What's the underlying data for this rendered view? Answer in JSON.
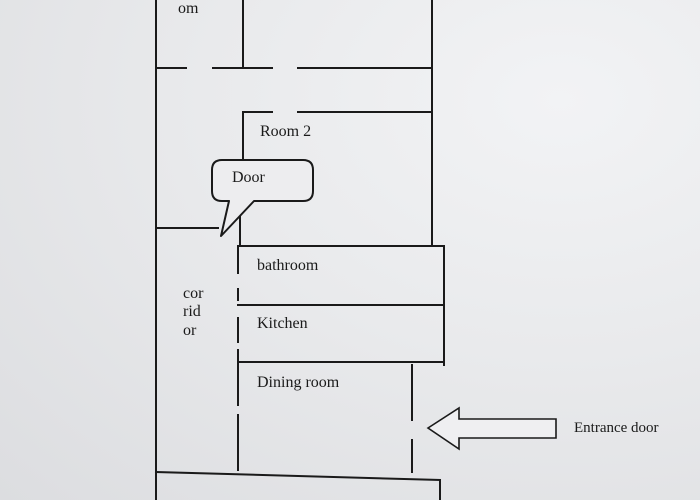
{
  "labels": {
    "room_top_partial": "om",
    "room2": "Room 2",
    "door_callout": "Door",
    "corridor_line1": "cor",
    "corridor_line2": "rid",
    "corridor_line3": "or",
    "bathroom": "bathroom",
    "kitchen": "Kitchen",
    "dining_room": "Dining room",
    "entrance_door": "Entrance door"
  },
  "colors": {
    "paper": "#e3e4e6",
    "ink": "#1a1a1a"
  },
  "icons": {
    "entrance": "arrow-left-icon",
    "callout": "speech-bubble-icon"
  }
}
